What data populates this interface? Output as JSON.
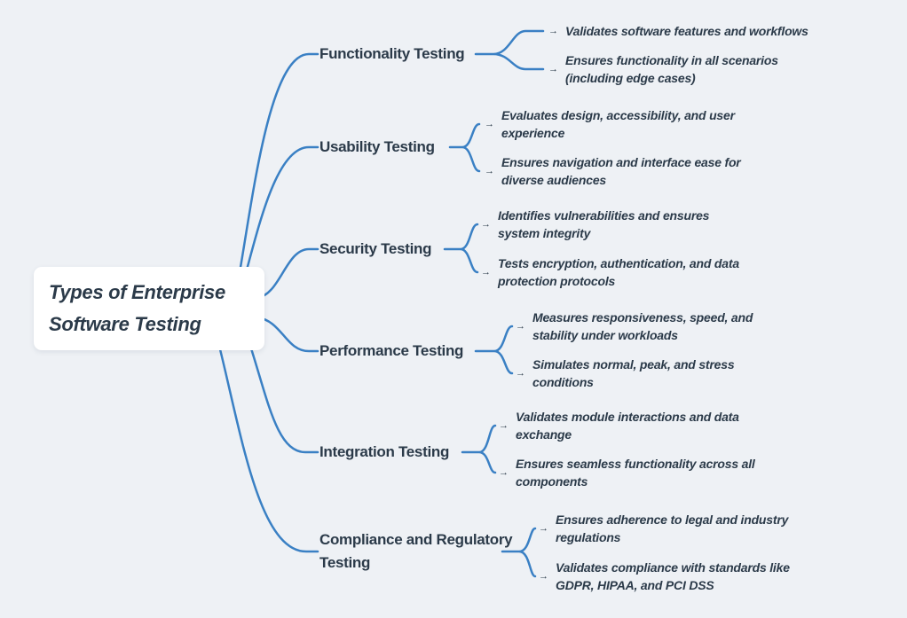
{
  "colors": {
    "background": "#eef1f5",
    "line": "#3a80c4",
    "text": "#2b3a49",
    "node_background": "#ffffff"
  },
  "icons": {
    "leaf_arrow": "→"
  },
  "center": {
    "title": "Types of Enterprise\nSoftware Testing"
  },
  "branches": [
    {
      "label": "Functionality Testing",
      "leaves": [
        "Validates software features and workflows",
        "Ensures functionality in all scenarios\n(including edge cases)"
      ]
    },
    {
      "label": "Usability Testing",
      "leaves": [
        "Evaluates design, accessibility, and user\nexperience",
        "Ensures navigation and interface ease for\ndiverse audiences"
      ]
    },
    {
      "label": "Security Testing",
      "leaves": [
        "Identifies vulnerabilities and ensures\nsystem integrity",
        "Tests encryption, authentication, and data\nprotection protocols"
      ]
    },
    {
      "label": "Performance Testing",
      "leaves": [
        "Measures responsiveness, speed, and\nstability under workloads",
        "Simulates normal, peak, and stress\nconditions"
      ]
    },
    {
      "label": "Integration Testing",
      "leaves": [
        "Validates module interactions and data\nexchange",
        "Ensures seamless functionality across all\ncomponents"
      ]
    },
    {
      "label": "Compliance and Regulatory\nTesting",
      "leaves": [
        "Ensures adherence to legal and industry\nregulations",
        "Validates compliance with standards like\nGDPR, HIPAA, and PCI DSS"
      ]
    }
  ]
}
